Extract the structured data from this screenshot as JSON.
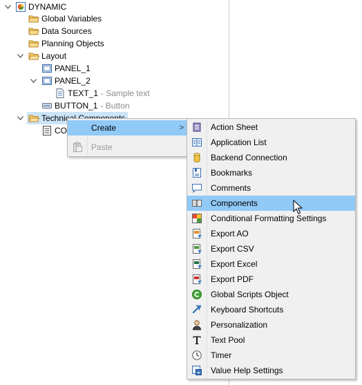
{
  "tree": {
    "root": "DYNAMIC",
    "items": [
      "Global Variables",
      "Data Sources",
      "Planning Objects",
      "Layout",
      "PANEL_1",
      "PANEL_2",
      "TEXT_1",
      "BUTTON_1",
      "Technical Components",
      "CO"
    ],
    "hints": {
      "text_1": "- Sample text",
      "button_1": "- Button"
    }
  },
  "context_menu": {
    "create": "Create",
    "submenu_arrow": ">",
    "paste": "Paste"
  },
  "create_submenu": {
    "items": [
      "Action Sheet",
      "Application List",
      "Backend Connection",
      "Bookmarks",
      "Comments",
      "Components",
      "Conditional Formatting Settings",
      "Export AO",
      "Export CSV",
      "Export Excel",
      "Export PDF",
      "Global Scripts Object",
      "Keyboard Shortcuts",
      "Personalization",
      "Text Pool",
      "Timer",
      "Value Help Settings"
    ],
    "highlighted": "Components"
  },
  "colors": {
    "selection": "#cce4f7",
    "menu_highlight": "#91c9f7",
    "menu_background": "#f0f0f0",
    "folder": "#e8b84a"
  }
}
